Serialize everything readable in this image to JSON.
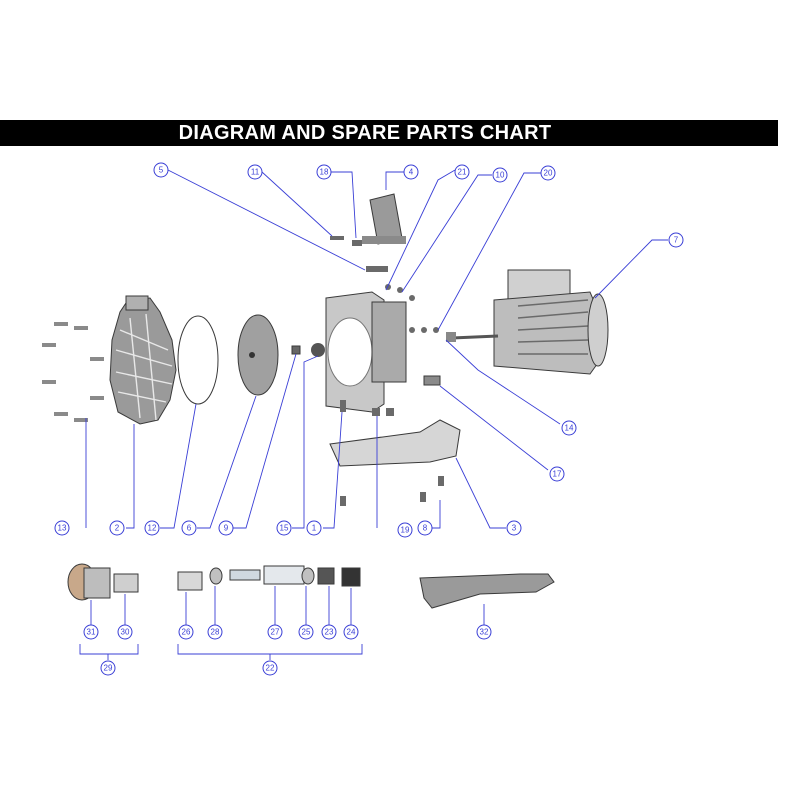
{
  "title": "DIAGRAM AND SPARE PARTS CHART",
  "colors": {
    "title_bar": "#000000",
    "title_text": "#ffffff",
    "callout": "#3a3fd6",
    "parts": "#8a8a8a"
  },
  "callouts": [
    "1",
    "2",
    "3",
    "4",
    "5",
    "6",
    "7",
    "8",
    "9",
    "10",
    "11",
    "12",
    "13",
    "14",
    "15",
    "17",
    "18",
    "19",
    "20",
    "21",
    "22",
    "23",
    "24",
    "25",
    "26",
    "27",
    "28",
    "29",
    "30",
    "31",
    "32"
  ],
  "group_labels": [
    "22",
    "29"
  ]
}
